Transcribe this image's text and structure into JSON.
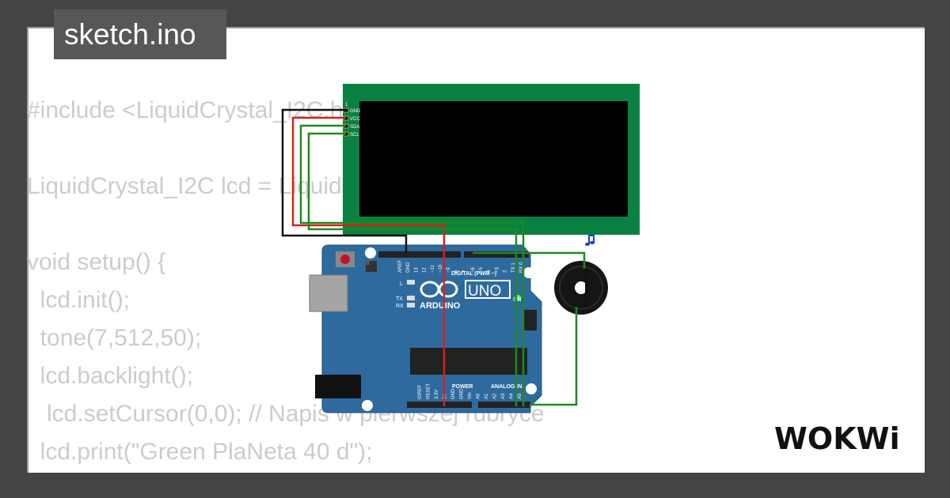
{
  "project": {
    "filename": "sketch.ino"
  },
  "brand": {
    "logo_text": "WOKWi"
  },
  "code_lines": [
    "#include <LiquidCrystal_I2C.h>",
    "",
    "LiquidCrystal_I2C lcd = LiquidCrystal_I2C(0x27, 20, 4);",
    "",
    "void setup() {",
    "  lcd.init();",
    "  tone(7,512,50);",
    "  lcd.backlight();",
    "   lcd.setCursor(0,0); // Napis w pierwszej rubryce",
    "  lcd.print(\"Green PlaNeta 40 d\");"
  ],
  "lcd": {
    "pins": [
      "GND",
      "VCC",
      "SDA",
      "SCL"
    ],
    "pin1_marker": "1"
  },
  "arduino": {
    "brand": "ARDUINO",
    "model": "UNO",
    "digital_label": "DIGITAL (PWM ~)",
    "power_label": "POWER",
    "analog_label": "ANALOG IN",
    "led_labels": [
      "L",
      "TX",
      "RX"
    ],
    "on_label": "ON",
    "top_pins": [
      "AREF",
      "GND",
      "13",
      "12",
      "~11",
      "~10",
      "~9",
      "8",
      "7",
      "~6",
      "~5",
      "4",
      "~3",
      "2",
      "TX 1",
      "RX 0"
    ],
    "bottom_pins": [
      "IOREF",
      "RESET",
      "3.3V",
      "5V",
      "GND",
      "GND",
      "Vin",
      "A0",
      "A1",
      "A2",
      "A3",
      "A4",
      "A5"
    ]
  },
  "buzzer": {
    "icon": "music-note-icon"
  },
  "colors": {
    "background": "#444444",
    "card": "#ffffff",
    "code_text": "#cccccc",
    "lcd_frame": "#0b8043",
    "lcd_screen": "#000000",
    "arduino_board": "#2e6a9e",
    "wire_black": "#111111",
    "wire_red": "#d42020",
    "wire_green": "#1f8a1f",
    "note": "#1a3fd6"
  }
}
